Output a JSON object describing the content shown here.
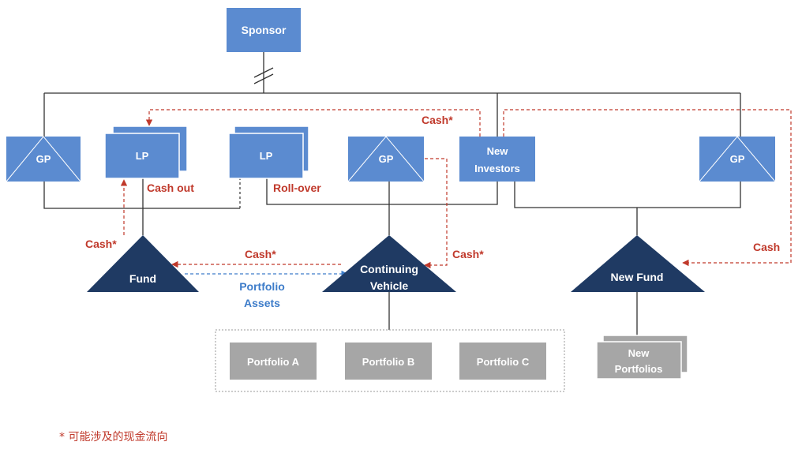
{
  "colors": {
    "box_blue": "#5b8bd0",
    "dark_navy": "#1f3a63",
    "gray_box": "#a6a6a6",
    "cash_red": "#c0392b",
    "asset_blue": "#3d7cc9",
    "line_black": "#333333"
  },
  "nodes": {
    "sponsor": "Sponsor",
    "gp_left": "GP",
    "lp_cash_out": "LP",
    "lp_roll_over": "LP",
    "gp_middle": "GP",
    "new_investors_line1": "New",
    "new_investors_line2": "Investors",
    "gp_right": "GP",
    "fund": "Fund",
    "continuing_vehicle_line1": "Continuing",
    "continuing_vehicle_line2": "Vehicle",
    "new_fund": "New Fund",
    "portfolio_a": "Portfolio A",
    "portfolio_b": "Portfolio B",
    "portfolio_c": "Portfolio C",
    "new_portfolios_line1": "New",
    "new_portfolios_line2": "Portfolios"
  },
  "labels": {
    "cash_out": "Cash out",
    "roll_over": "Roll-over",
    "cash_star_top": "Cash*",
    "cash_star_left": "Cash*",
    "cash_star_middle": "Cash*",
    "cash_star_right": "Cash*",
    "cash_right": "Cash",
    "portfolio_assets_line1": "Portfolio",
    "portfolio_assets_line2": "Assets"
  },
  "footnote": "* 可能涉及的现金流向"
}
